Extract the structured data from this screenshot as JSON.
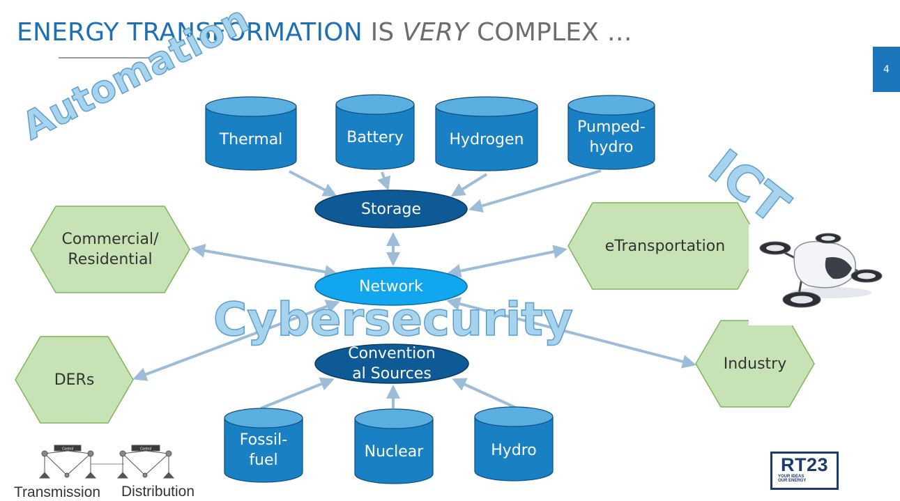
{
  "slide": {
    "title_part1": "ENERGY TRANSFORMATION",
    "title_part2": " IS ",
    "title_part3": "VERY",
    "title_part4": " COMPLEX …",
    "page_number": "4"
  },
  "storage_sources": [
    "Thermal",
    "Battery",
    "Hydrogen",
    "Pumped-\nhydro"
  ],
  "hubs": {
    "storage": "Storage",
    "network": "Network",
    "conventional": "Convention\nal Sources"
  },
  "consumers": {
    "commercial": "Commercial/\nResidential",
    "etransportation": "eTransportation",
    "ders": "DERs",
    "industry": "Industry"
  },
  "conventional_sources": [
    "Fossil-\nfuel",
    "Nuclear",
    "Hydro"
  ],
  "overlays": {
    "automation": "Automation",
    "ict": "ICT",
    "cybersecurity": "Cybersecurity"
  },
  "grid_labels": {
    "transmission": "Transmission",
    "distribution": "Distribution",
    "control": "Control"
  },
  "logo": {
    "text": "RT23",
    "tagline_line1": "YOUR IDEAS",
    "tagline_line2": "OUR ENERGY"
  },
  "colors": {
    "cylinder": "#1a80c4",
    "cylinder_top": "#5aaee0",
    "hub_dark": "#0d5a96",
    "hub_light": "#11a6ee",
    "hexagon_fill": "#c7e3b5",
    "hexagon_stroke": "#7fb65a",
    "arrow": "#9dbcd8",
    "title_accent": "#1f6fb5"
  }
}
